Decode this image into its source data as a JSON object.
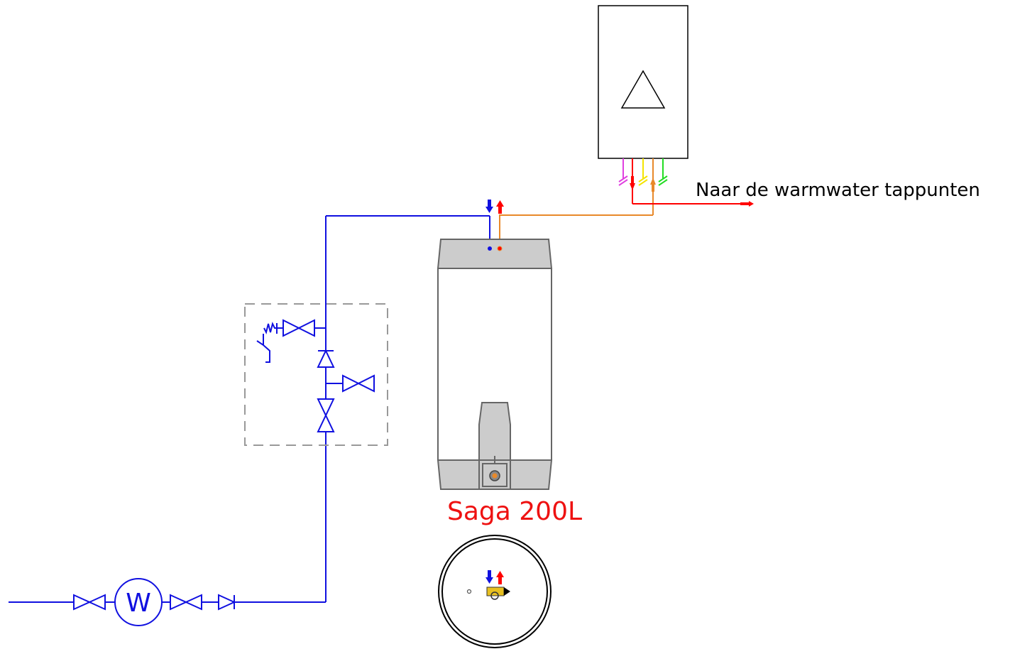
{
  "labels": {
    "tap_points": "Naar de warmwater tappunten",
    "tank_model": "Saga 200L",
    "water_meter": "W"
  },
  "colors": {
    "cold_water": "#1010e0",
    "hot_water": "#ff0000",
    "boiler_supply": "#e8892a",
    "tank_label": "#ee1111",
    "safety_group_outline": "#999999",
    "tank_fill": "#cccccc",
    "tank_outline": "#666666"
  },
  "icons": {
    "boiler": "boiler-triangle-icon",
    "water_meter": "water-meter-circle-icon",
    "valve": "gate-valve-icon",
    "check_valve": "check-valve-icon",
    "flow_down": "arrow-down-icon",
    "flow_up": "arrow-up-icon"
  }
}
